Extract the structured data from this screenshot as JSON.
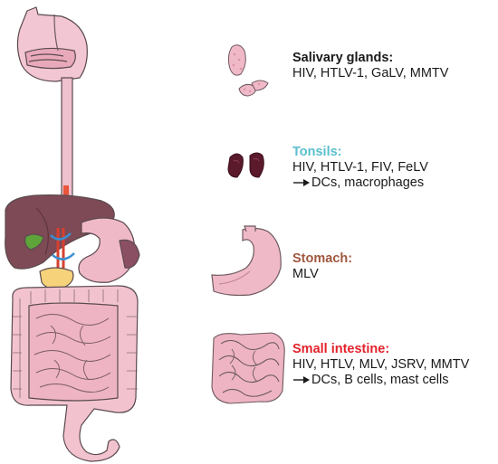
{
  "colors": {
    "salivary_title": "#1a1a1a",
    "tonsils_title": "#5bbfcf",
    "stomach_title": "#a0573f",
    "small_intestine_title": "#e3222b",
    "organ_pink": "#f0b9c8",
    "organ_outline": "#5a4a4f",
    "liver": "#7d4a55",
    "tonsil_dark": "#5a1a2c"
  },
  "icons": [
    "gi-tract-illustration",
    "salivary-glands-icon",
    "tonsils-icon",
    "stomach-icon",
    "small-intestine-icon",
    "arrow-icon"
  ],
  "labels": {
    "salivary": {
      "title": "Salivary glands:",
      "viruses": "HIV, HTLV-1, GaLV, MMTV"
    },
    "tonsils": {
      "title": "Tonsils:",
      "viruses": "HIV, HTLV-1, FIV, FeLV",
      "cells": "DCs, macrophages"
    },
    "stomach": {
      "title": "Stomach:",
      "viruses": "MLV"
    },
    "small_intestine": {
      "title": "Small intestine:",
      "viruses": "HIV, HTLV, MLV, JSRV, MMTV",
      "cells": "DCs, B cells, mast cells"
    }
  }
}
